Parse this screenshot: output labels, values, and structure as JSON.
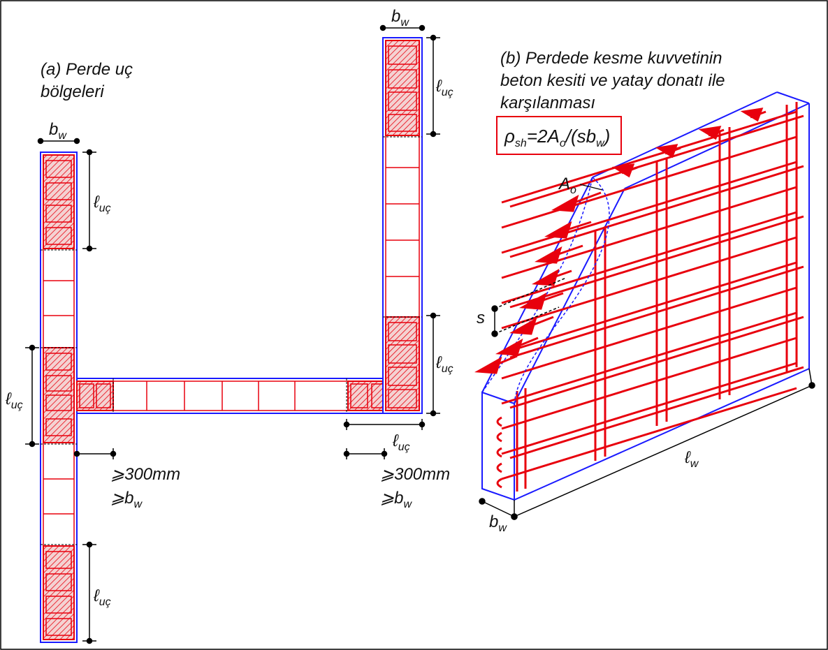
{
  "captions": {
    "part_a_line1": "(a) Perde uç",
    "part_a_line2": "bölgeleri",
    "part_b_line1": "(b) Perdede kesme kuvvetinin",
    "part_b_line2": "beton kesiti ve yatay donatı ile",
    "part_b_line3": "karşılanması"
  },
  "formula": {
    "rho": "ρ",
    "rho_sub": "sh",
    "eq": "=2A",
    "a_sub": "o",
    "rest": "/(sb",
    "bw_sub": "w",
    "close": ")"
  },
  "dims": {
    "b": "b",
    "w": "w",
    "ell": "ℓ",
    "uc": "uç",
    "min_length": "⩾300mm",
    "ge": "⩾",
    "A": "A",
    "o": "o",
    "s": "s"
  },
  "colors": {
    "concrete_outline": "#1a1aff",
    "rebar": "#e8000d",
    "dimension": "#000000"
  }
}
